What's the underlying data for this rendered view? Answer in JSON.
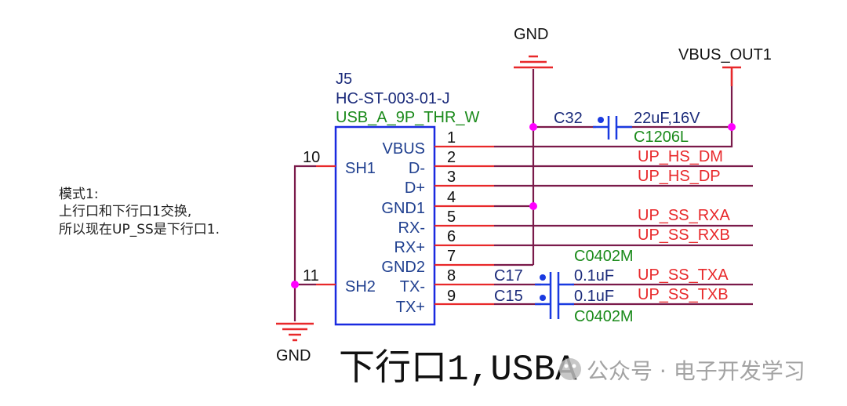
{
  "schematic": {
    "connector": {
      "refdes": "J5",
      "part_number": "HC-ST-003-01-J",
      "footprint": "USB_A_9P_THR_W",
      "pins": [
        {
          "number": "1",
          "name": "VBUS"
        },
        {
          "number": "2",
          "name": "D-"
        },
        {
          "number": "3",
          "name": "D+"
        },
        {
          "number": "4",
          "name": "GND1"
        },
        {
          "number": "5",
          "name": "RX-"
        },
        {
          "number": "6",
          "name": "RX+"
        },
        {
          "number": "7",
          "name": "GND2"
        },
        {
          "number": "8",
          "name": "TX-"
        },
        {
          "number": "9",
          "name": "TX+"
        }
      ],
      "shield_pins": [
        {
          "number": "10",
          "name": "SH1"
        },
        {
          "number": "11",
          "name": "SH2"
        }
      ]
    },
    "power_ports": {
      "gnd_top": "GND",
      "gnd_bottom": "GND",
      "vbus_out": "VBUS_OUT1"
    },
    "capacitors": [
      {
        "refdes": "C32",
        "value": "22uF,16V",
        "footprint": "C1206L"
      },
      {
        "refdes": "C17",
        "value": "0.1uF",
        "footprint": "C0402M"
      },
      {
        "refdes": "C15",
        "value": "0.1uF",
        "footprint": "C0402M"
      }
    ],
    "net_labels": [
      "UP_HS_DM",
      "UP_HS_DP",
      "UP_SS_RXA",
      "UP_SS_RXB",
      "UP_SS_TXA",
      "UP_SS_TXB"
    ],
    "note": {
      "line1": "模式1:",
      "line2": "上行口和下行口1交换,",
      "line3": "所以现在UP_SS是下行口1."
    },
    "caption": "下行口1,USBA",
    "watermark": "公众号 · 电子开发学习"
  }
}
